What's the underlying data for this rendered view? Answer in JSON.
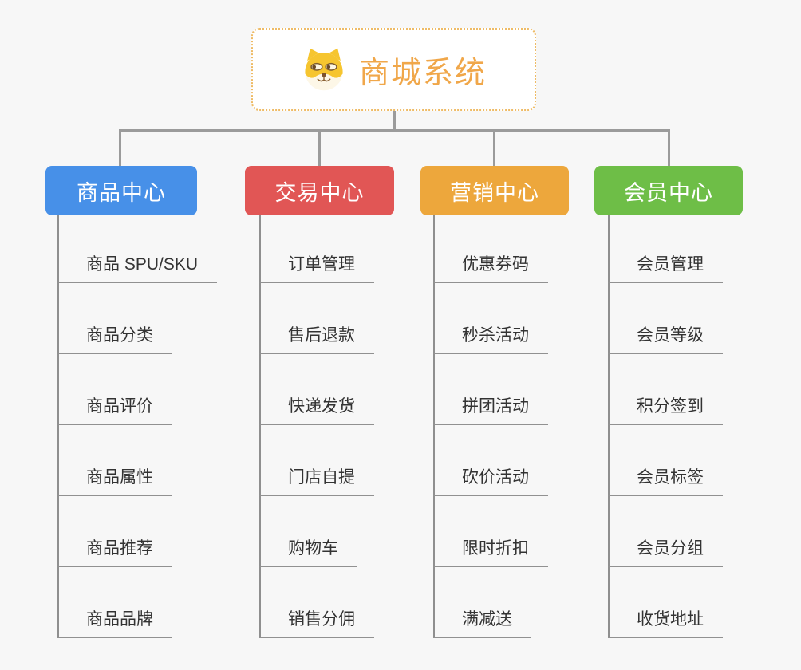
{
  "canvas": {
    "background": "#f7f7f7",
    "connector_color": "#9b9b9b",
    "underline_color": "#919191"
  },
  "root": {
    "title": "商城系统",
    "icon": "dog-face-icon",
    "title_color": "#f0a74a",
    "border_color": "#eebb66"
  },
  "branches": [
    {
      "label": "商品中心",
      "color": "#4790e8",
      "items": [
        "商品 SPU/SKU",
        "商品分类",
        "商品评价",
        "商品属性",
        "商品推荐",
        "商品品牌"
      ]
    },
    {
      "label": "交易中心",
      "color": "#e15655",
      "items": [
        "订单管理",
        "售后退款",
        "快递发货",
        "门店自提",
        "购物车",
        "销售分佣"
      ]
    },
    {
      "label": "营销中心",
      "color": "#eda73c",
      "items": [
        "优惠券码",
        "秒杀活动",
        "拼团活动",
        "砍价活动",
        "限时折扣",
        "满减送"
      ]
    },
    {
      "label": "会员中心",
      "color": "#6ebe47",
      "items": [
        "会员管理",
        "会员等级",
        "积分签到",
        "会员标签",
        "会员分组",
        "收货地址"
      ]
    }
  ]
}
